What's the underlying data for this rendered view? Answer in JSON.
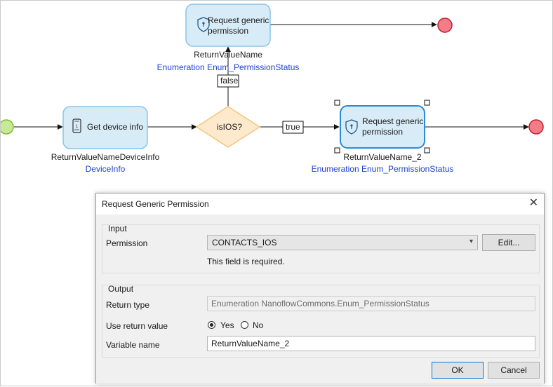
{
  "flow": {
    "decision_label": "isIOS?",
    "edge_false": "false",
    "edge_true": "true",
    "act_device": {
      "line1": "Get device info",
      "var": "ReturnValueNameDeviceInfo",
      "type": "DeviceInfo"
    },
    "act_top": {
      "line1": "Request generic",
      "line2": "permission",
      "var": "ReturnValueName",
      "type": "Enumeration Enum_PermissionStatus"
    },
    "act_ios": {
      "line1": "Request generic",
      "line2": "permission",
      "var": "ReturnValueName_2",
      "type": "Enumeration Enum_PermissionStatus"
    },
    "colors": {
      "start": "#9ad34a",
      "end": "#f07b85",
      "activity_fill": "#d8ecf8",
      "activity_border": "#8cc3e6",
      "selected_border": "#2a8ad4",
      "decision_fill": "#fde9cc",
      "decision_border": "#f5c57e"
    }
  },
  "dialog": {
    "title": "Request Generic Permission",
    "close_icon": "close-icon",
    "input_group": "Input",
    "permission_label": "Permission",
    "permission_value": "CONTACTS_IOS",
    "edit_label": "Edit...",
    "required_msg": "This field is required.",
    "output_group": "Output",
    "return_type_label": "Return type",
    "return_type_value": "Enumeration NanoflowCommons.Enum_PermissionStatus",
    "use_return_label": "Use return value",
    "yes_label": "Yes",
    "no_label": "No",
    "use_return_selected": "Yes",
    "variable_label": "Variable name",
    "variable_value": "ReturnValueName_2",
    "ok_label": "OK",
    "cancel_label": "Cancel"
  }
}
